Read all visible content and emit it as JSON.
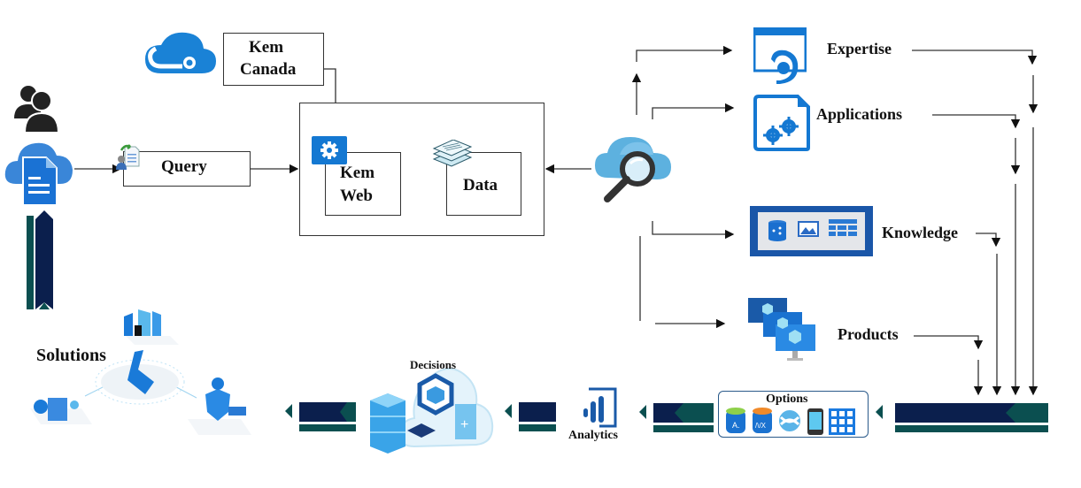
{
  "diagram": {
    "nodes": {
      "kem_canada": "Kem\nCanada",
      "kem_canada_l1": "Kem",
      "kem_canada_l2": "Canada",
      "query": "Query",
      "kem_web_l1": "Kem",
      "kem_web_l2": "Web",
      "data": "Data",
      "expertise": "Expertise",
      "applications": "Applications",
      "knowledge": "Knowledge",
      "products": "Products",
      "options": "Options",
      "analytics": "Analytics",
      "decisions": "Decisions",
      "solutions": "Solutions"
    },
    "icons": {
      "cloud_link": "azure-cloud-link-icon",
      "users": "users-icon",
      "cloud_document": "cloud-document-icon",
      "query_user_doc": "user-document-icon",
      "gear": "gear-icon",
      "documents_stack": "documents-stack-icon",
      "cloud_search": "cloud-search-icon",
      "expertise": "web-app-icon",
      "applications": "gears-document-icon",
      "knowledge": "storage-panel-icon",
      "products": "virtual-machines-icon",
      "options": "services-icon",
      "analytics": "power-bi-icon",
      "decisions": "cloud-infrastructure-icon",
      "solutions": "azure-solutions-icon"
    },
    "colors": {
      "azure_blue": "#0f78d4",
      "dark_navy": "#0b1f4d",
      "teal": "#0b4f50",
      "light_blue": "#5fb3e6"
    }
  }
}
